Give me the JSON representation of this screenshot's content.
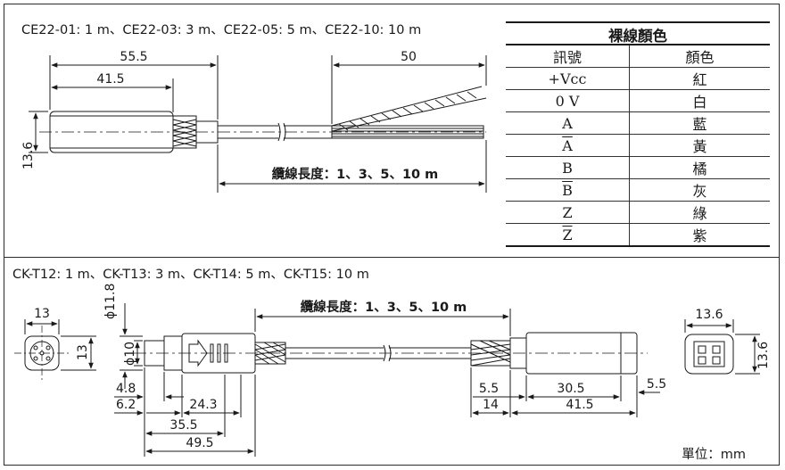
{
  "top_section": {
    "header": "CE22-01: 1 m、CE22-03: 3 m、CE22-05: 5 m、CE22-10: 10 m",
    "dims": {
      "d55_5": "55.5",
      "d41_5": "41.5",
      "d50": "50",
      "d13_6": "13.6",
      "cable_length": "纜線長度：1、3、5、10 m"
    }
  },
  "color_table": {
    "title": "裸線顏色",
    "col_headers": [
      "訊號",
      "顏色"
    ],
    "rows": [
      {
        "signal": "+Vcc",
        "color": "紅",
        "overline": false
      },
      {
        "signal": "0 V",
        "color": "白",
        "overline": false
      },
      {
        "signal": "A",
        "color": "藍",
        "overline": false
      },
      {
        "signal": "A",
        "color": "黃",
        "overline": true
      },
      {
        "signal": "B",
        "color": "橘",
        "overline": false
      },
      {
        "signal": "B",
        "color": "灰",
        "overline": true
      },
      {
        "signal": "Z",
        "color": "綠",
        "overline": false
      },
      {
        "signal": "Z",
        "color": "紫",
        "overline": true
      }
    ]
  },
  "bottom_section": {
    "header": "CK-T12: 1 m、CK-T13: 3 m、CK-T14: 5 m、CK-T15: 10 m",
    "dims": {
      "d13_left_top": "13",
      "d13_left_side": "13",
      "phi11_8": "ϕ11.8",
      "phi10": "ϕ10",
      "d4_8": "4.8",
      "d6_2": "6.2",
      "d24_3": "24.3",
      "d35_5": "35.5",
      "d49_5": "49.5",
      "cable_length": "纜線長度：1、3、5、10 m",
      "d5_5_left": "5.5",
      "d14": "14",
      "d30_5": "30.5",
      "d41_5": "41.5",
      "d5_5_right": "5.5",
      "d13_6_top": "13.6",
      "d13_6_side": "13.6"
    },
    "unit_label": "單位：mm"
  }
}
